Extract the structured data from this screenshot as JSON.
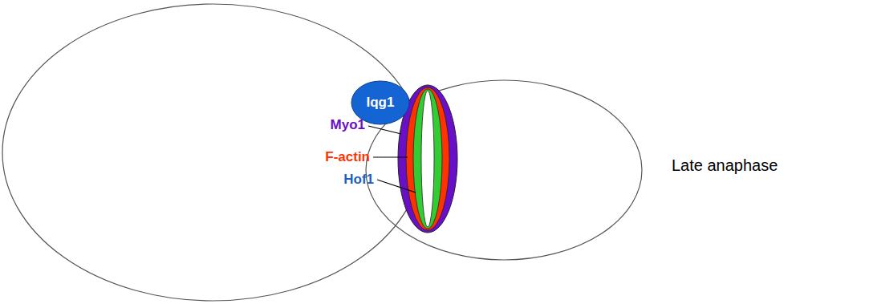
{
  "diagram": {
    "nodes": [
      {
        "text": [
          "Iqg1"
        ]
      }
    ],
    "labels": [
      "Myo1",
      "F-actin",
      "Hof1",
      "Late anaphase"
    ]
  }
}
